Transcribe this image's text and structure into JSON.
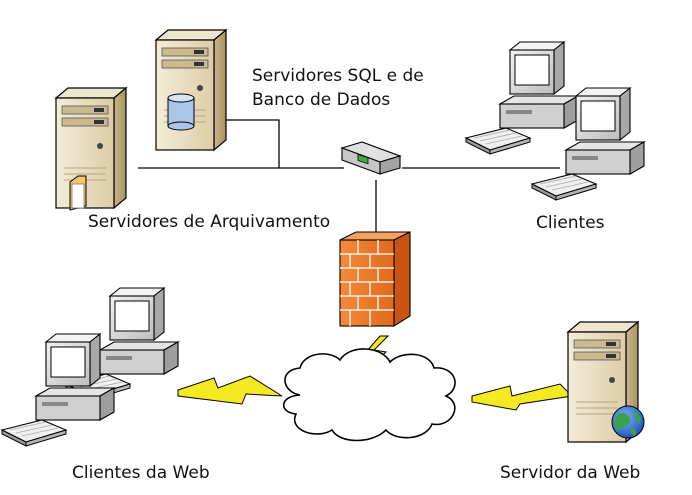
{
  "diagram": {
    "labels": {
      "sql_servers": "Servidores SQL e de",
      "sql_servers_line2": "Banco de Dados",
      "file_servers": "Servidores de Arquivamento",
      "clients": "Clientes",
      "web_clients": "Clientes da Web",
      "web_server": "Servidor da Web"
    },
    "colors": {
      "server_body": "#e8dcc0",
      "server_side": "#c9b58a",
      "monitor": "#d7d7d7",
      "screen": "#ffffff",
      "firewall": "#f07a2a",
      "lightning": "#f5ea22",
      "line": "#000000"
    },
    "icons": [
      "server-icon",
      "database-icon",
      "folder-icon",
      "router-icon",
      "firewall-icon",
      "cloud-icon",
      "workstation-icon",
      "globe-icon",
      "lightning-icon"
    ]
  }
}
